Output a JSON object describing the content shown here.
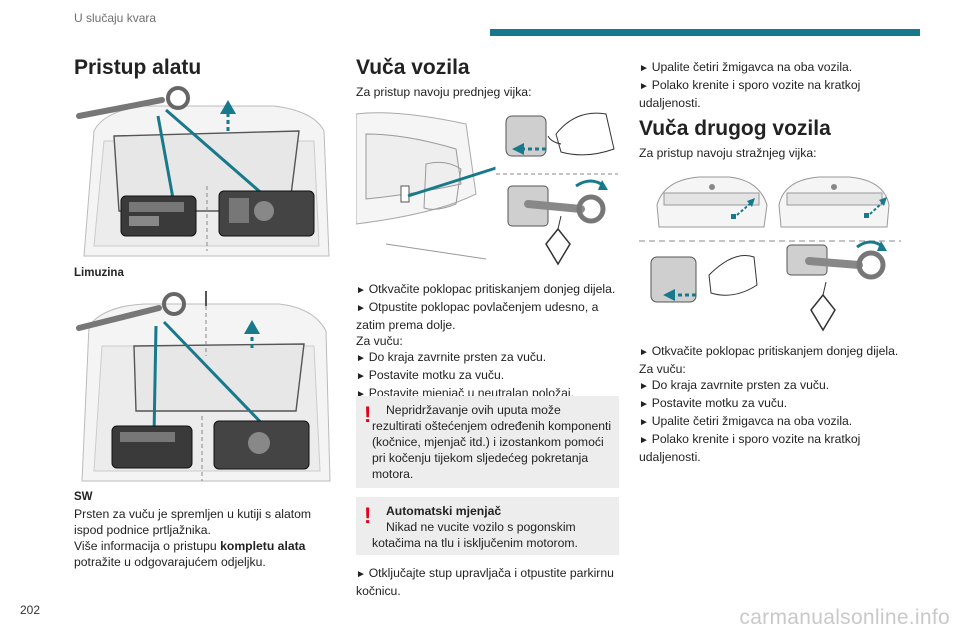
{
  "header": {
    "section_title": "U slučaju kvara",
    "accent_color": "#17798b"
  },
  "page_number": "202",
  "watermark": "carmanualsonline.info",
  "col1": {
    "title": "Pristup alatu",
    "caption1": "Limuzina",
    "caption2": "SW",
    "para1": "Prsten za vuču je spremljen u kutiji s alatom ispod podnice prtljažnika.",
    "para2_a": "Više informacija o pristupu ",
    "para2_b": "kompletu alata",
    "para2_c": " potražite u odgovarajućem odjeljku."
  },
  "col2": {
    "title": "Vuča vozila",
    "intro": "Za pristup navoju prednjeg vijka:",
    "step1": "Otkvačite poklopac pritiskanjem donjeg dijela.",
    "step2": "Otpustite poklopac povlačenjem udesno, a zatim prema dolje.",
    "za_vucu": "Za vuču:",
    "step3": "Do kraja zavrnite prsten za vuču.",
    "step4": "Postavite motku za vuču.",
    "step5": "Postavite mjenjač u neutralan položaj.",
    "warning1": "Nepridržavanje ovih uputa može rezultirati oštećenjem određenih komponenti (kočnice, mjenjač itd.) i izostankom pomoći pri kočenju tijekom sljedećeg pokretanja motora.",
    "warning2_title": "Automatski mjenjač",
    "warning2_body": "Nikad ne vucite vozilo s pogonskim kotačima na tlu i isključenim motorom.",
    "step6": "Otključajte stup upravljača i otpustite parkirnu kočnicu."
  },
  "col3": {
    "step_a": "Upalite četiri žmigavca na oba vozila.",
    "step_b": "Polako krenite i sporo vozite na kratkoj udaljenosti.",
    "title": "Vuča drugog vozila",
    "intro": "Za pristup navoju stražnjeg vijka:",
    "step1": "Otkvačite poklopac pritiskanjem donjeg dijela.",
    "za_vucu": "Za vuču:",
    "step2": "Do kraja zavrnite prsten za vuču.",
    "step3": "Postavite motku za vuču.",
    "step4": "Upalite četiri žmigavca na oba vozila.",
    "step5": "Polako krenite i sporo vozite na kratkoj udaljenosti."
  }
}
